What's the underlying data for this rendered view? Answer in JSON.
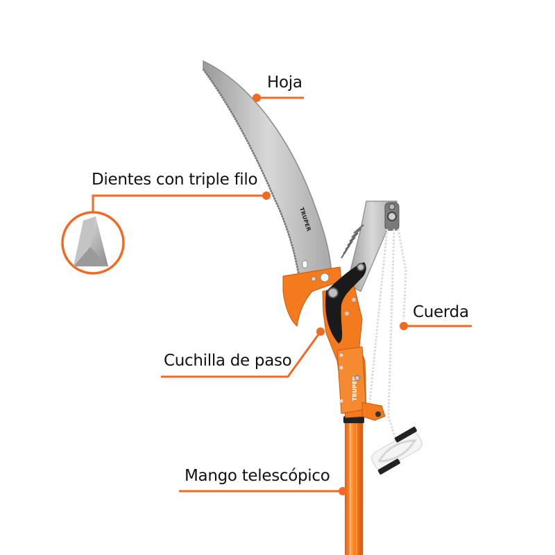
{
  "diagram": {
    "accent_color": "#f26a21",
    "brand_text": "TRUPER",
    "callouts": [
      {
        "id": "hoja",
        "label": "Hoja"
      },
      {
        "id": "dientes",
        "label": "Dientes con triple filo"
      },
      {
        "id": "cuerda",
        "label": "Cuerda"
      },
      {
        "id": "cuchilla",
        "label": "Cuchilla de paso"
      },
      {
        "id": "mango",
        "label": "Mango telescópico"
      }
    ],
    "inset_icon": "triple-edge-tooth-icon"
  }
}
